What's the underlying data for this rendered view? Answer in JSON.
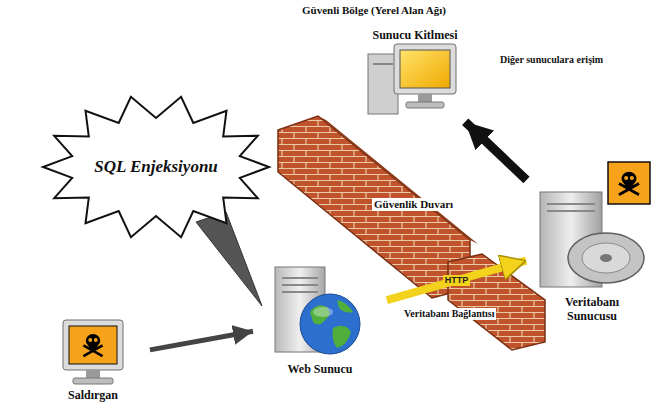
{
  "diagram": {
    "nodes": [
      {
        "text": [
          "Saldırgan"
        ]
      },
      {
        "text": [
          "Web Sunucu"
        ]
      },
      {
        "text": [
          "SQL Enjeksiyonu"
        ]
      },
      {
        "text": [
          "Veritabanı Sunucusu"
        ]
      },
      {
        "text": [
          "Sunucu Kitlmesi"
        ]
      }
    ],
    "edges": [
      {
        "from": 0,
        "to": 1,
        "arrow": "to"
      },
      {
        "from": 1,
        "to": 3,
        "label": "HTTP",
        "arrow": "to"
      },
      {
        "from": 3,
        "to": 4,
        "arrow": "to"
      }
    ],
    "labels": [
      "Güvenli Bölge (Yerel Alan Ağı)",
      "Diğer sunuculara erişim",
      "Güvenlik Duvarı",
      "Veritabanı Bağlantısı"
    ]
  }
}
